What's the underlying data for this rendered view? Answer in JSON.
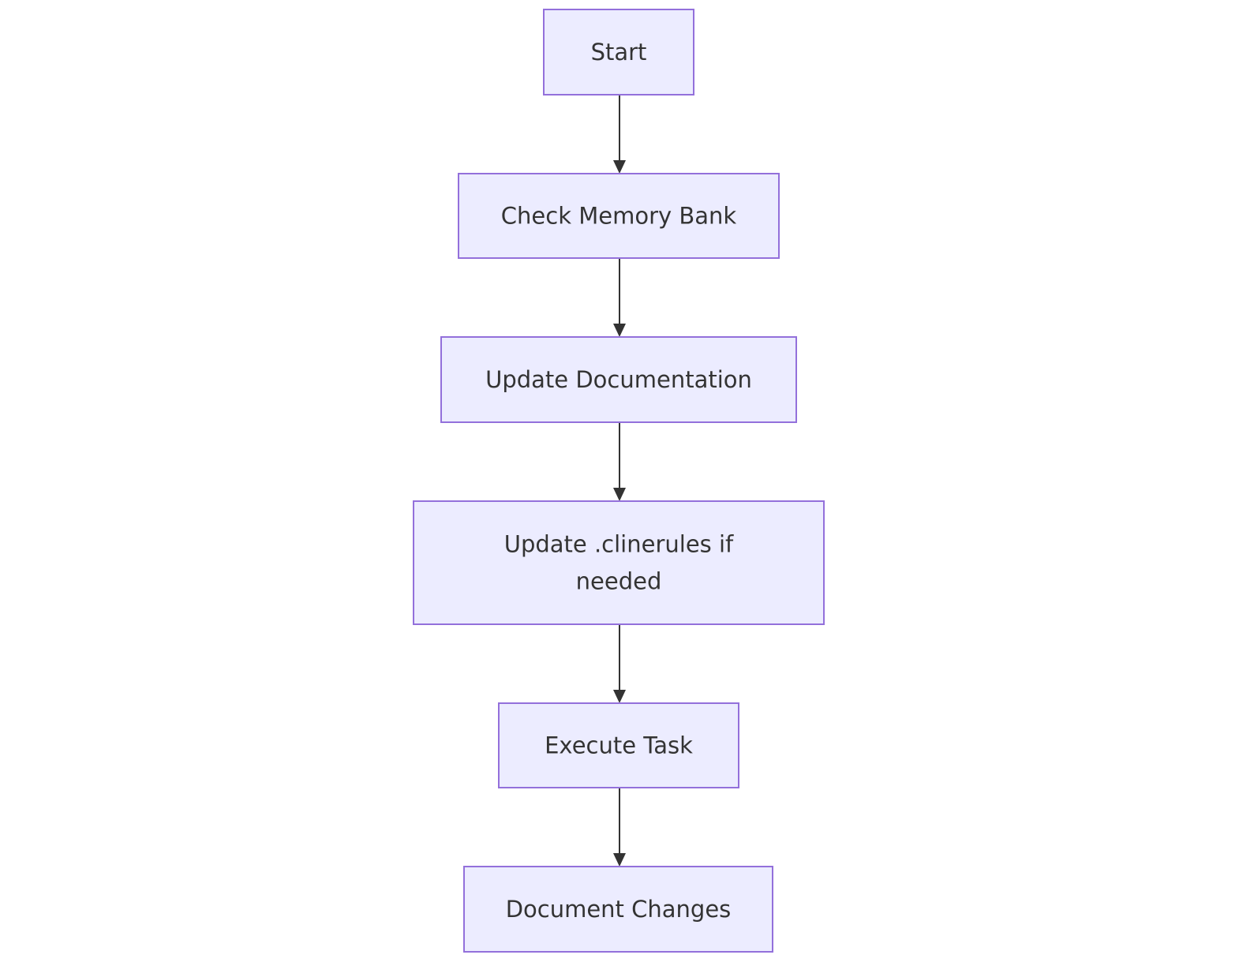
{
  "diagram": {
    "type": "flowchart",
    "direction": "top-to-bottom",
    "colors": {
      "node_fill": "#ECECFF",
      "node_border": "#9370DB",
      "text": "#333333",
      "edge": "#333333"
    },
    "nodes": [
      {
        "id": "start",
        "lines": [
          "Start"
        ]
      },
      {
        "id": "check-memory-bank",
        "lines": [
          "Check Memory Bank"
        ]
      },
      {
        "id": "update-documentation",
        "lines": [
          "Update Documentation"
        ]
      },
      {
        "id": "update-clinerules",
        "lines": [
          "Update .clinerules if",
          "needed"
        ]
      },
      {
        "id": "execute-task",
        "lines": [
          "Execute Task"
        ]
      },
      {
        "id": "document-changes",
        "lines": [
          "Document Changes"
        ]
      }
    ],
    "edges": [
      {
        "from": "start",
        "to": "check-memory-bank"
      },
      {
        "from": "check-memory-bank",
        "to": "update-documentation"
      },
      {
        "from": "update-documentation",
        "to": "update-clinerules"
      },
      {
        "from": "update-clinerules",
        "to": "execute-task"
      },
      {
        "from": "execute-task",
        "to": "document-changes"
      }
    ]
  }
}
